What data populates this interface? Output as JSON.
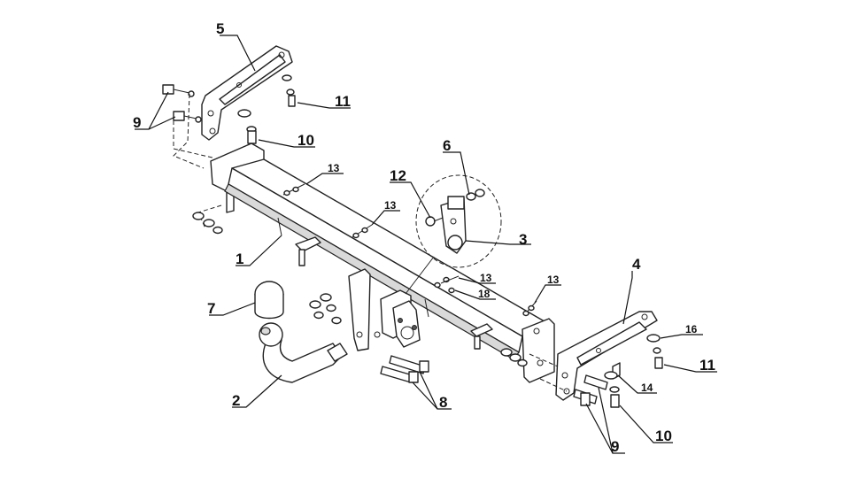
{
  "callouts": {
    "c1": "1",
    "c2": "2",
    "c3": "3",
    "c4": "4",
    "c5": "5",
    "c6": "6",
    "c7": "7",
    "c8": "8",
    "c9_left": "9",
    "c9_right": "9",
    "c10_left": "10",
    "c10_right": "10",
    "c11_left": "11",
    "c11_right": "11",
    "c12": "12",
    "c13_a": "13",
    "c13_b": "13",
    "c13_c": "13",
    "c13_d": "13",
    "c14": "14",
    "c16": "16",
    "c18": "18"
  }
}
